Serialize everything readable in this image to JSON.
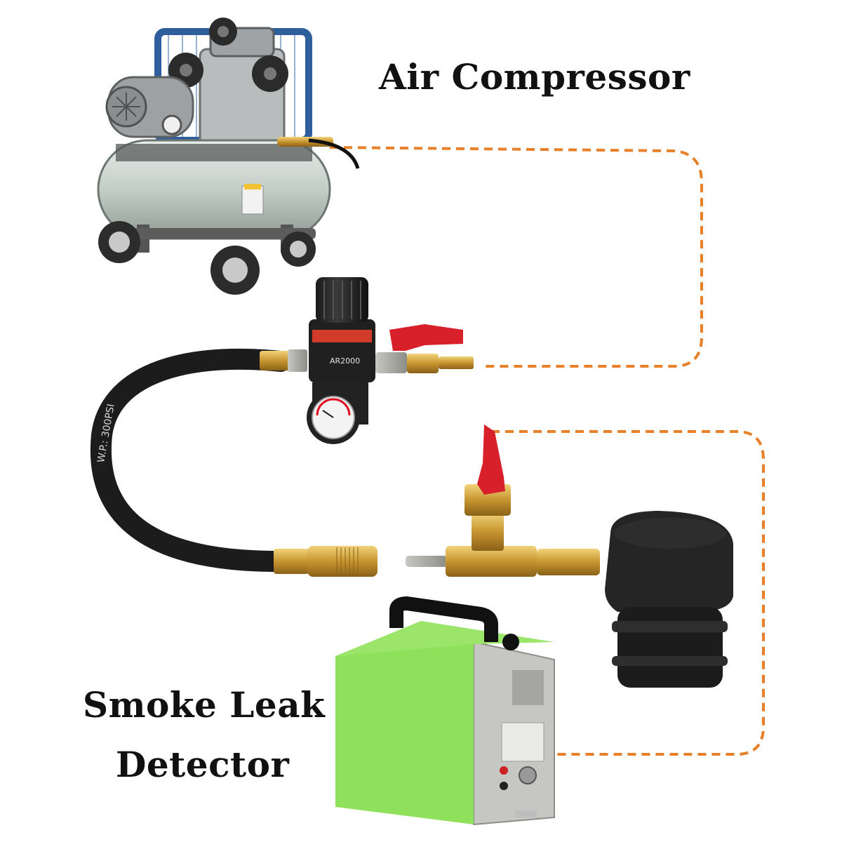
{
  "labels": {
    "air_compressor": "Air Compressor",
    "smoke_detector_line1": "Smoke Leak",
    "smoke_detector_line2": "Detector"
  },
  "product_marks": {
    "regulator_model": "AR2000",
    "hose_print": "W.P.: 300PSI"
  },
  "colors": {
    "connector_line": "#e8802a",
    "detector_body": "#8fe05a",
    "brass": "#d3a53a",
    "valve_handle": "#d8202a",
    "hose": "#1c1c1c",
    "tank": "#c9d3cc",
    "frame_guard": "#2f5e9c"
  }
}
